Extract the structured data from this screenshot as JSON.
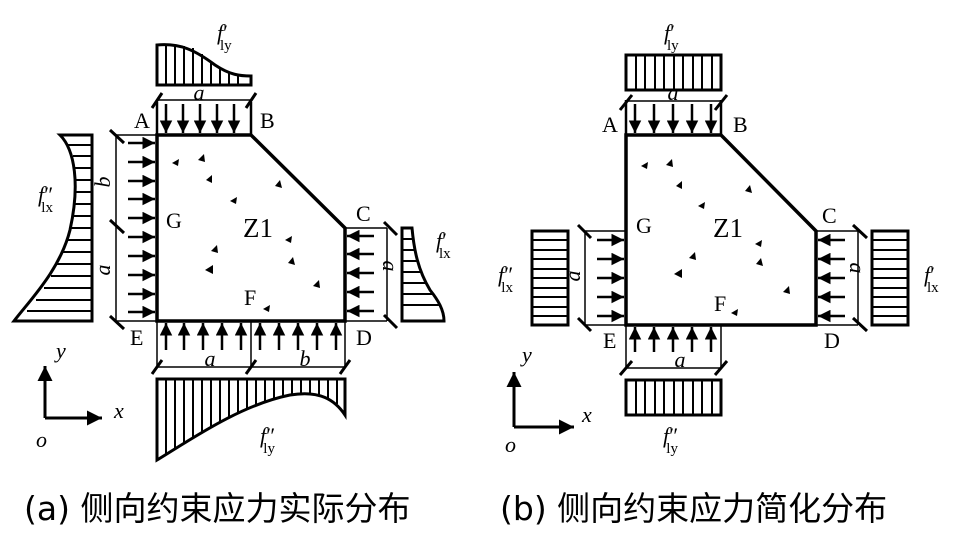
{
  "panels": [
    {
      "caption": "(a) 侧向约束应力实际分布",
      "section_label": "Z1",
      "points": {
        "A": "A",
        "B": "B",
        "C": "C",
        "D": "D",
        "E": "E",
        "F": "F",
        "G": "G"
      },
      "dims": {
        "top": "a",
        "left_upper": "b",
        "left_lower": "a",
        "right": "a",
        "bottom_left": "a",
        "bottom_right": "b"
      },
      "stress_labels": {
        "top": {
          "f": "f",
          "prime": "′",
          "sub": "ly"
        },
        "left": {
          "f": "f",
          "prime": "″",
          "sub": "lx"
        },
        "right": {
          "f": "f",
          "prime": "′",
          "sub": "lx"
        },
        "bottom": {
          "f": "f",
          "prime": "″",
          "sub": "ly"
        }
      },
      "axes": {
        "x": "x",
        "y": "y",
        "origin": "o"
      },
      "distribution": "actual"
    },
    {
      "caption": "(b) 侧向约束应力简化分布",
      "section_label": "Z1",
      "points": {
        "A": "A",
        "B": "B",
        "C": "C",
        "D": "D",
        "E": "E",
        "F": "F",
        "G": "G"
      },
      "dims": {
        "top": "a",
        "left": "a",
        "right": "a",
        "bottom": "a"
      },
      "stress_labels": {
        "top": {
          "f": "f",
          "prime": "′",
          "sub": "ly"
        },
        "left": {
          "f": "f",
          "prime": "″",
          "sub": "lx"
        },
        "right": {
          "f": "f",
          "prime": "′",
          "sub": "lx"
        },
        "bottom": {
          "f": "f",
          "prime": "″",
          "sub": "ly"
        }
      },
      "axes": {
        "x": "x",
        "y": "y",
        "origin": "o"
      },
      "distribution": "simplified"
    }
  ]
}
